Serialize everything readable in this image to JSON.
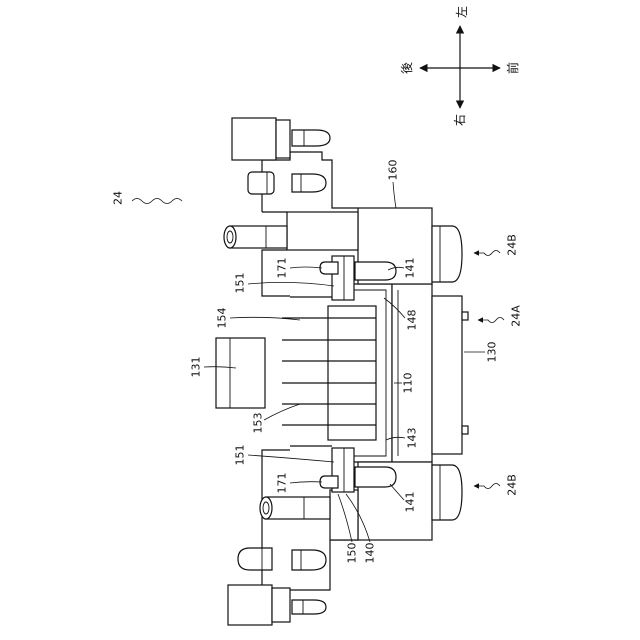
{
  "colors": {
    "line": "#111111",
    "background": "#ffffff"
  },
  "direction_labels": {
    "up": "左",
    "left": "後",
    "right": "前",
    "down": "右"
  },
  "reference_numerals": {
    "assembly": "24",
    "n160": "160",
    "n24b_upper": "24B",
    "n24a": "24A",
    "n24b_lower": "24B",
    "n171_upper": "171",
    "n141_upper": "141",
    "n151_upper": "151",
    "n154": "154",
    "n148": "148",
    "n130": "130",
    "n131": "131",
    "n110": "110",
    "n153": "153",
    "n143": "143",
    "n151_lower": "151",
    "n171_lower": "171",
    "n141_lower": "141",
    "n150": "150",
    "n140": "140"
  }
}
